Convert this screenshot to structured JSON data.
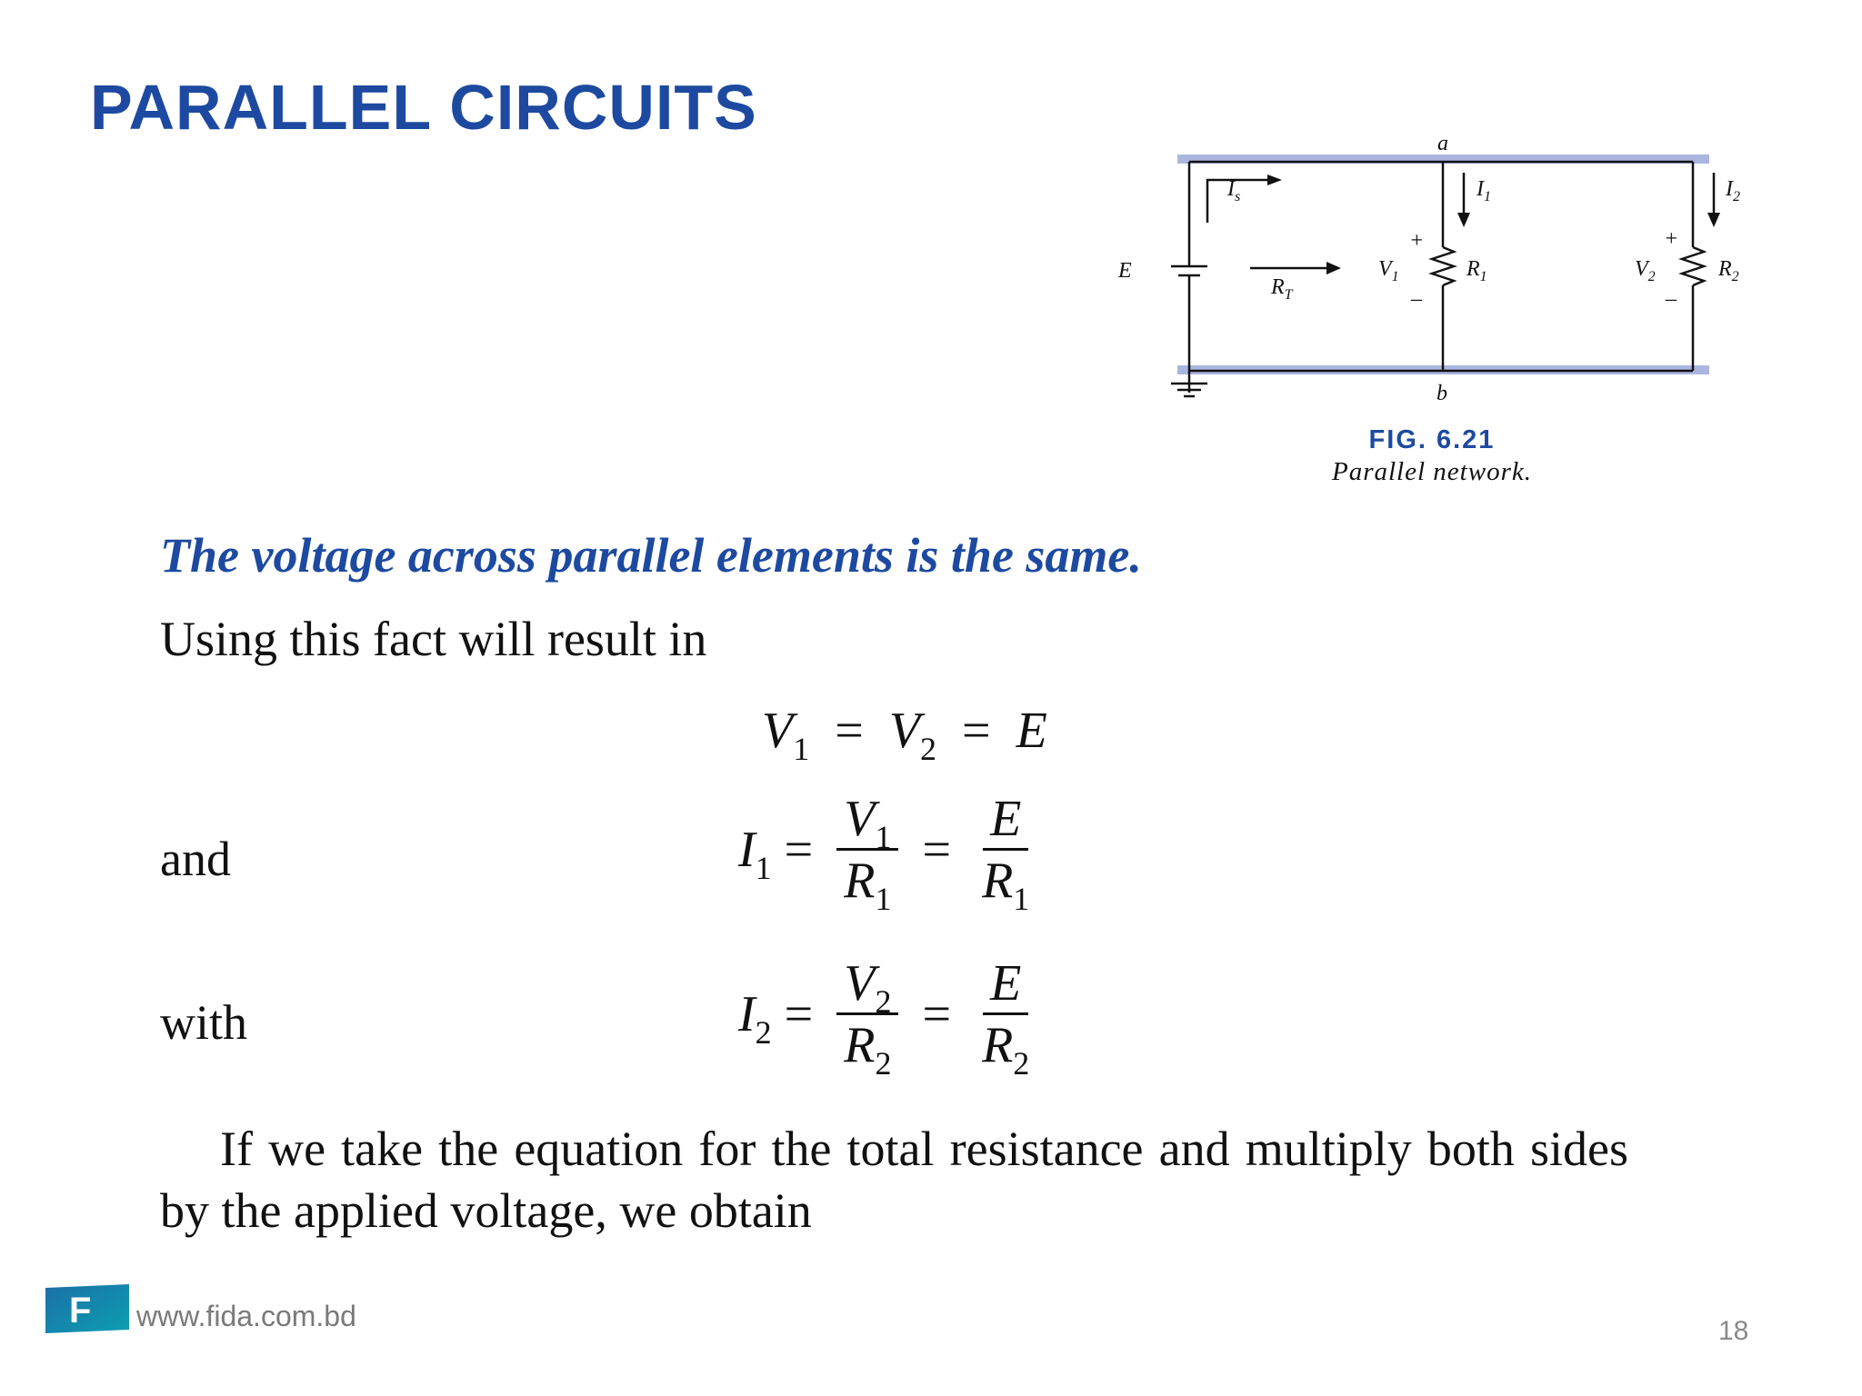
{
  "slide": {
    "title": "PARALLEL CIRCUITS",
    "figure": {
      "number": "FIG. 6.21",
      "caption": "Parallel network.",
      "labels": {
        "node_a": "a",
        "node_b": "b",
        "source": "E",
        "is_main": "I",
        "is_sub": "s",
        "rt_main": "R",
        "rt_sub": "T",
        "i1_main": "I",
        "i1_sub": "1",
        "i2_main": "I",
        "i2_sub": "2",
        "v1_main": "V",
        "v1_sub": "1",
        "v2_main": "V",
        "v2_sub": "2",
        "r1_main": "R",
        "r1_sub": "1",
        "r2_main": "R",
        "r2_sub": "2",
        "plus": "+",
        "minus": "–"
      },
      "colors": {
        "bus_highlight": "#aab6e0",
        "wire": "#111111"
      }
    },
    "statement": "The voltage across parallel elements is the same.",
    "intro": "Using this fact will result in",
    "eq1": {
      "v": "V",
      "s1": "1",
      "eq": "=",
      "v2": "V",
      "s2": "2",
      "e": "E"
    },
    "and_label": "and",
    "eq2": {
      "lhs": "I",
      "lhs_sub": "1",
      "eq": "=",
      "num1": "V",
      "num1_sub": "1",
      "den1": "R",
      "den1_sub": "1",
      "num2": "E",
      "den2": "R",
      "den2_sub": "1"
    },
    "with_label": "with",
    "eq3": {
      "lhs": "I",
      "lhs_sub": "2",
      "eq": "=",
      "num1": "V",
      "num1_sub": "2",
      "den1": "R",
      "den1_sub": "2",
      "num2": "E",
      "den2": "R",
      "den2_sub": "2"
    },
    "paragraph": "If we take the equation for the total resistance and multiply both sides by the applied voltage, we obtain"
  },
  "footer": {
    "logo_letter": "F",
    "website": "www.fida.com.bd",
    "page_number": "18"
  },
  "colors": {
    "title": "#1d4aa0",
    "text": "#111111",
    "footer": "#7a7a7a"
  }
}
